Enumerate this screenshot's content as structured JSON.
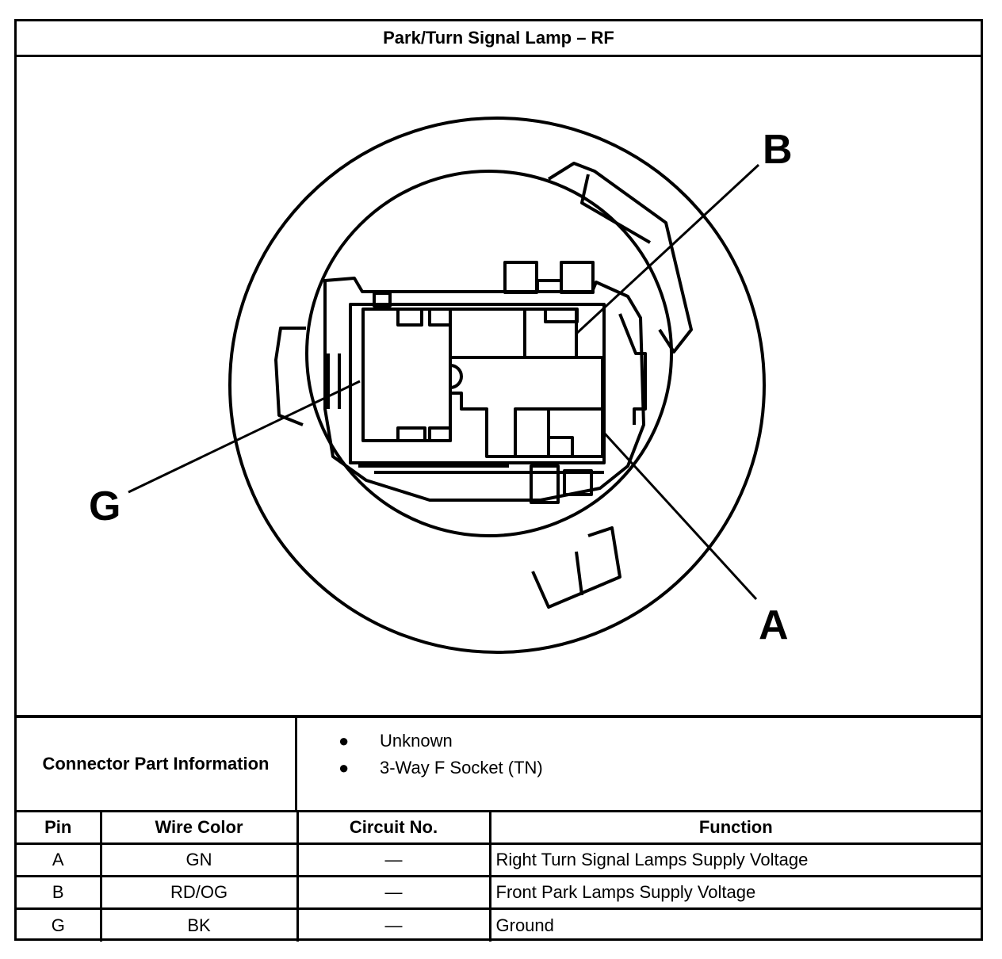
{
  "title": "Park/Turn Signal Lamp – RF",
  "diagram": {
    "callouts": [
      "B",
      "A",
      "G"
    ]
  },
  "connector_info": {
    "label": "Connector Part Information",
    "items": [
      "Unknown",
      "3-Way F Socket (TN)"
    ]
  },
  "pin_table": {
    "headers": [
      "Pin",
      "Wire Color",
      "Circuit No.",
      "Function"
    ],
    "rows": [
      [
        "A",
        "GN",
        "—",
        "Right Turn Signal Lamps Supply Voltage"
      ],
      [
        "B",
        "RD/OG",
        "—",
        "Front Park Lamps Supply Voltage"
      ],
      [
        "G",
        "BK",
        "—",
        "Ground"
      ]
    ]
  },
  "bullet_glyph": "●"
}
